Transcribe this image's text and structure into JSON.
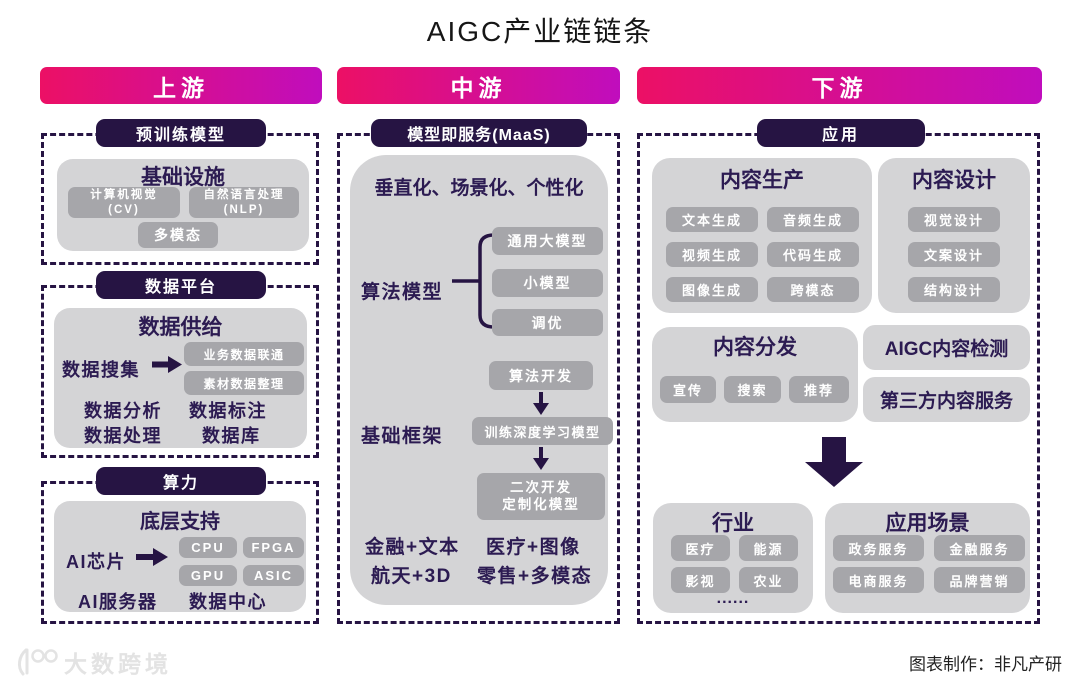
{
  "title": "AIGC产业链链条",
  "up": {
    "header": "上游",
    "pretrain": {
      "pill": "预训练模型",
      "title": "基础设施",
      "cv1": "计算机视觉",
      "cv2": "(CV)",
      "nlp1": "自然语言处理",
      "nlp2": "(NLP)",
      "multi": "多模态"
    },
    "data": {
      "pill": "数据平台",
      "title": "数据供给",
      "collect": "数据搜集",
      "link": "业务数据联通",
      "organize": "素材数据整理",
      "analyze": "数据分析",
      "label": "数据标注",
      "process": "数据处理",
      "db": "数据库"
    },
    "compute": {
      "pill": "算力",
      "title": "底层支持",
      "chip": "AI芯片",
      "cpu": "CPU",
      "fpga": "FPGA",
      "gpu": "GPU",
      "asic": "ASIC",
      "server": "AI服务器",
      "center": "数据中心"
    }
  },
  "mid": {
    "header": "中游",
    "pill": "模型即服务(MaaS)",
    "headline": "垂直化、场景化、个性化",
    "algo": {
      "label": "算法模型",
      "big": "通用大模型",
      "small": "小模型",
      "tune": "调优"
    },
    "dev": "算法开发",
    "frame": {
      "label": "基础框架",
      "train": "训练深度学习模型",
      "custom1": "二次开发",
      "custom2": "定制化模型"
    },
    "combos": {
      "c1": "金融+文本",
      "c2": "医疗+图像",
      "c3": "航天+3D",
      "c4": "零售+多模态"
    }
  },
  "down": {
    "header": "下游",
    "pill": "应用",
    "production": {
      "title": "内容生产",
      "text": "文本生成",
      "audio": "音频生成",
      "video": "视频生成",
      "code": "代码生成",
      "image": "图像生成",
      "cross": "跨模态"
    },
    "design": {
      "title": "内容设计",
      "visual": "视觉设计",
      "copy": "文案设计",
      "structure": "结构设计"
    },
    "distribution": {
      "title": "内容分发",
      "promo": "宣传",
      "search": "搜索",
      "recommend": "推荐"
    },
    "detect": "AIGC内容检测",
    "thirdparty": "第三方内容服务",
    "industry": {
      "title": "行业",
      "medical": "医疗",
      "energy": "能源",
      "film": "影视",
      "agri": "农业",
      "more": "......"
    },
    "scene": {
      "title": "应用场景",
      "gov": "政务服务",
      "finance": "金融服务",
      "ecom": "电商服务",
      "brand": "品牌营销"
    }
  },
  "footer": {
    "watermark": "大数跨境",
    "credit": "图表制作：非凡产研"
  },
  "colors": {
    "gradient_left": "#ec1065",
    "gradient_right": "#c00dbd",
    "navy": "#261443",
    "box_gray": "#d4d4d6",
    "chip_gray": "#a6a6aa"
  }
}
